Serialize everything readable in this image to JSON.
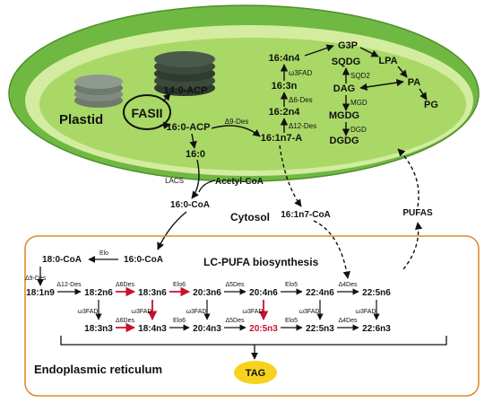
{
  "colors": {
    "plastid_outer": "#7cc24a",
    "plastid_inner": "#c5e58a",
    "plastid_stroma": "#a7d66a",
    "thylakoid": "#3e4a3e",
    "er_border": "#e08a2c",
    "highlight_arrow": "#c8102e",
    "tag_fill": "#f7d31f"
  },
  "compartments": {
    "plastid": "Plastid",
    "cytosol": "Cytosol",
    "er": "Endoplasmic reticulum",
    "fasii": "FASII",
    "lc_pufa": "LC-PUFA biosynthesis",
    "tag": "TAG"
  },
  "plastid_metabolites": {
    "c14_acp": "14:0-ACP",
    "c16_acp": "16:0-ACP",
    "c16_0": "16:0",
    "c16_1n7a": "16:1n7-A",
    "c16_2n4": "16:2n4",
    "c16_3n": "16:3n",
    "c16_4n4": "16:4n4",
    "g3p": "G3P",
    "lpa": "LPA",
    "pa": "PA",
    "pg": "PG",
    "sqdg": "SQDG",
    "dag": "DAG",
    "mgdg": "MGDG",
    "dgdg": "DGDG"
  },
  "plastid_enzymes": {
    "d9des": "Δ9-Des",
    "d12des": "Δ12-Des",
    "d6des": "Δ6-Des",
    "w3fad": "ω3FAD",
    "sqd2": "SQD2",
    "mgd": "MGD",
    "dgd": "DGD"
  },
  "cytosol_items": {
    "lacs": "LACS",
    "acetyl_coa": "Acetyl-CoA",
    "c16_coa": "16:0-CoA",
    "c16_1n7_coa": "16:1n7-CoA",
    "pufas": "PUFAS"
  },
  "er_pathway": {
    "c16_coa": "16:0-CoA",
    "c18_coa": "18:0-CoA",
    "elo": "Elo",
    "d9des": "Δ9-Des",
    "n6_row": [
      "18:1n9",
      "18:2n6",
      "18:3n6",
      "20:3n6",
      "20:4n6",
      "22:4n6",
      "22:5n6"
    ],
    "n6_enzymes": [
      "Δ12-Des",
      "Δ6Des",
      "Elo6",
      "Δ5Des",
      "Elo5",
      "Δ4Des"
    ],
    "n3_row": [
      "18:3n3",
      "18:4n3",
      "20:4n3",
      "20:5n3",
      "22:5n3",
      "22:6n3"
    ],
    "n3_enzymes": [
      "Δ6Des",
      "Elo6",
      "Δ5Des",
      "Elo5",
      "Δ4Des"
    ],
    "w3fad": "ω3FAD"
  }
}
